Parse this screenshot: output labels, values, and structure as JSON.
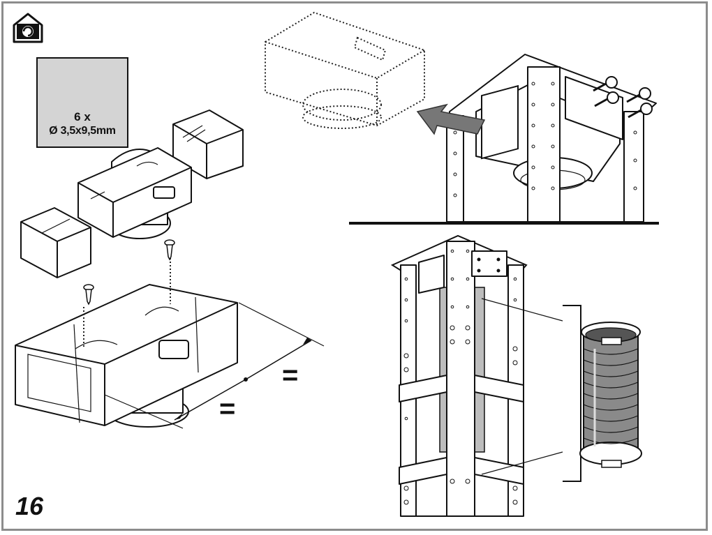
{
  "page": {
    "number": "16"
  },
  "screw_spec": {
    "icon": "screw-icon",
    "count": "6 x",
    "size": "Ø 3,5x9,5mm"
  },
  "house_icon": "house-with-hood-icon",
  "spacing": {
    "left_label": "=",
    "right_label": "="
  },
  "colors": {
    "frame": "#8c8c8c",
    "screw_box_bg": "#d4d4d4",
    "ink": "#111111",
    "hose": "#8a8a8a"
  }
}
